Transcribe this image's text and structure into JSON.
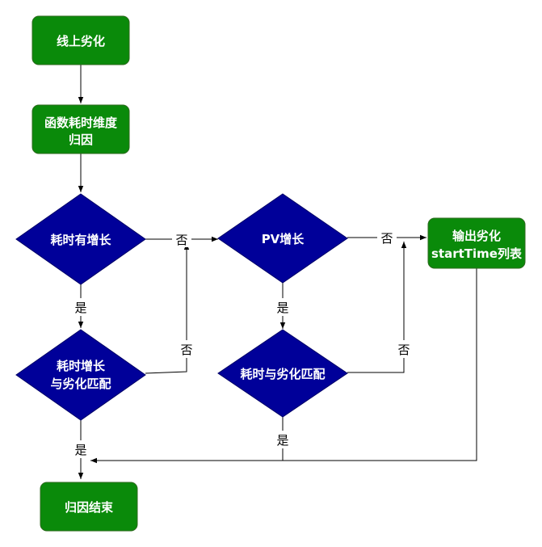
{
  "nodes": {
    "online_degradation": "线上劣化",
    "function_time_attribution": [
      "函数耗时维度",
      "归因"
    ],
    "time_increase": "耗时有增长",
    "pv_increase": "PV增长",
    "output_list": [
      "输出劣化",
      "startTime列表"
    ],
    "time_increase_match": [
      "耗时增长",
      "与劣化匹配"
    ],
    "time_match": "耗时与劣化匹配",
    "attribution_end": "归因结束"
  },
  "edge_labels": {
    "no": "否",
    "yes": "是"
  },
  "colors": {
    "process_fill": "#0a8a0a",
    "decision_fill": "#000099",
    "text": "#ffffff",
    "line": "#000000"
  }
}
